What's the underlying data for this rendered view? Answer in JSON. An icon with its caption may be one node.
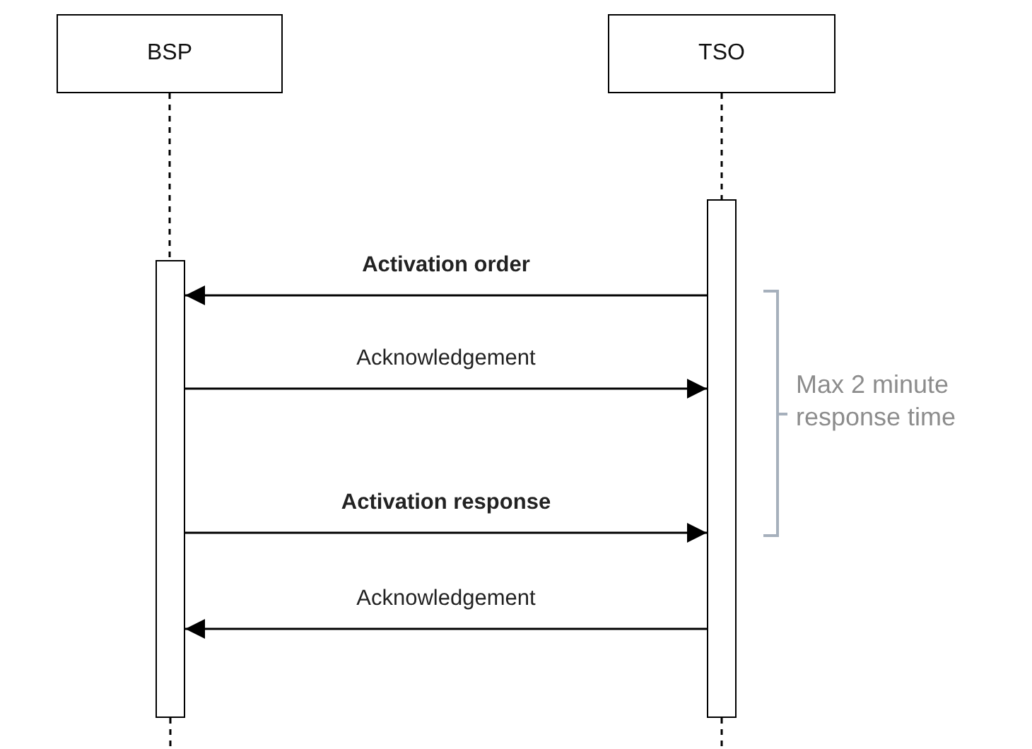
{
  "diagram": {
    "nodes": [
      {
        "text": [
          "BSP"
        ]
      },
      {
        "text": [
          "TSO"
        ]
      },
      {
        "text": [],
        "shape": "bar"
      },
      {
        "text": [],
        "shape": "bar"
      }
    ],
    "edges": [
      {
        "from": 0,
        "to": 2,
        "arrow": "none",
        "style": "dashed"
      },
      {
        "from": 1,
        "to": 3,
        "arrow": "none",
        "style": "dashed"
      },
      {
        "from": 2,
        "to": null,
        "arrow": "none",
        "style": "dashed"
      },
      {
        "from": 3,
        "to": null,
        "arrow": "none",
        "style": "dashed"
      },
      {
        "from": 3,
        "to": 2,
        "arrow": "to",
        "label": "**Activation order**"
      },
      {
        "from": 2,
        "to": 3,
        "arrow": "to",
        "label": "Acknowledgement"
      },
      {
        "from": 2,
        "to": 3,
        "arrow": "to",
        "label": "**Activation response**"
      },
      {
        "from": 3,
        "to": 2,
        "arrow": "to",
        "label": "Acknowledgement"
      }
    ],
    "labels": [
      "Max 2 minute response time"
    ]
  }
}
